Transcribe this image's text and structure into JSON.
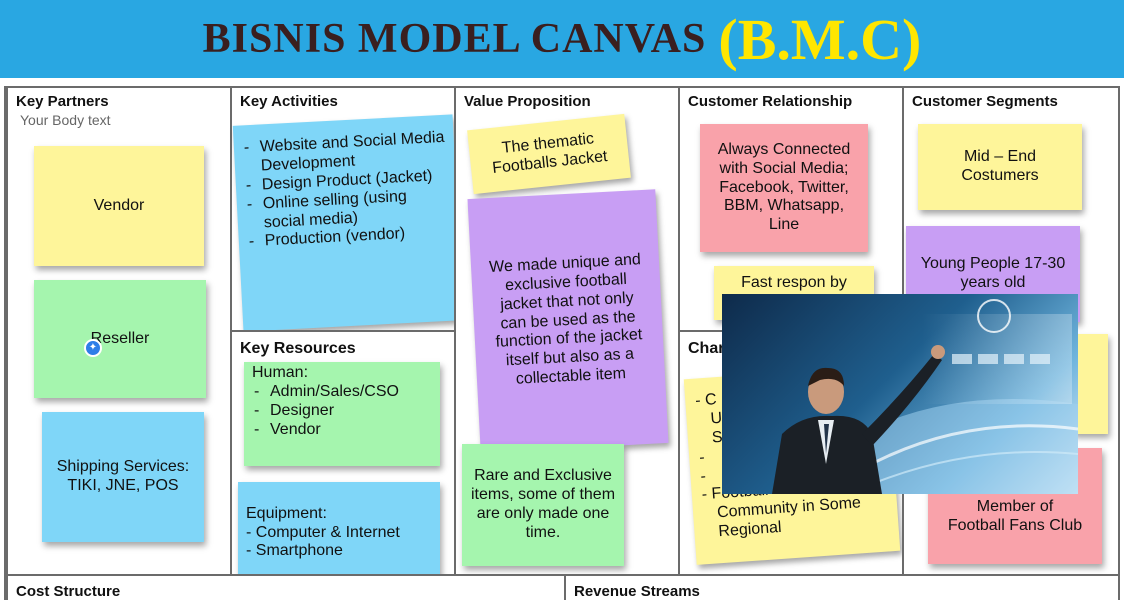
{
  "header": {
    "title_main": "BISNIS MODEL CANVAS",
    "title_abbr": "(B.M.C)"
  },
  "colors": {
    "banner": "#29a7e2",
    "title_main": "#3a1f1f",
    "title_abbr": "#ffe600",
    "yellow": "#fef59a",
    "green": "#a5f5ae",
    "blue": "#7fd6f8",
    "purple": "#c89ef4",
    "pink": "#f9a2aa"
  },
  "key_partners": {
    "title": "Key Partners",
    "subtitle": "Your Body text",
    "notes": [
      "Vendor",
      "Reseller",
      "Shipping Services:",
      "TIKI, JNE, POS"
    ]
  },
  "key_activities": {
    "title": "Key Activities",
    "items": [
      "Website and Social Media Development",
      "Design Product (Jacket)",
      "Online selling (using social media)",
      "Production (vendor)"
    ]
  },
  "key_resources": {
    "title": "Key Resources",
    "human_label": "Human:",
    "human_items": [
      "Admin/Sales/CSO",
      "Designer",
      "Vendor"
    ],
    "equipment_label": "Equipment:",
    "equipment_items": [
      "- Computer & Internet",
      "- Smartphone"
    ]
  },
  "value_proposition": {
    "title": "Value Proposition",
    "notes": [
      "The thematic Footballs Jacket",
      "We made unique and exclusive football jacket that not only can be used as the function of the jacket itself but also as a collectable item",
      "Rare and Exclusive items, some of them are only made one time."
    ]
  },
  "customer_relationship": {
    "title": "Customer Relationship",
    "notes": [
      "Always Connected with Social Media; Facebook, Twitter, BBM, Whatsapp, Line",
      "Fast respon by"
    ]
  },
  "channels": {
    "title": "Char",
    "note_fragments": [
      "- C",
      "U",
      "S",
      "-",
      "-",
      "- Football",
      "Community in Some",
      "Regional"
    ]
  },
  "customer_segments": {
    "title": "Customer Segments",
    "notes": [
      "Mid – End Costumers",
      "Young People 17-30 years old",
      "Member of",
      "Football Fans Club"
    ]
  },
  "cost_structure": {
    "title": "Cost Structure"
  },
  "revenue_streams": {
    "title": "Revenue Streams"
  }
}
